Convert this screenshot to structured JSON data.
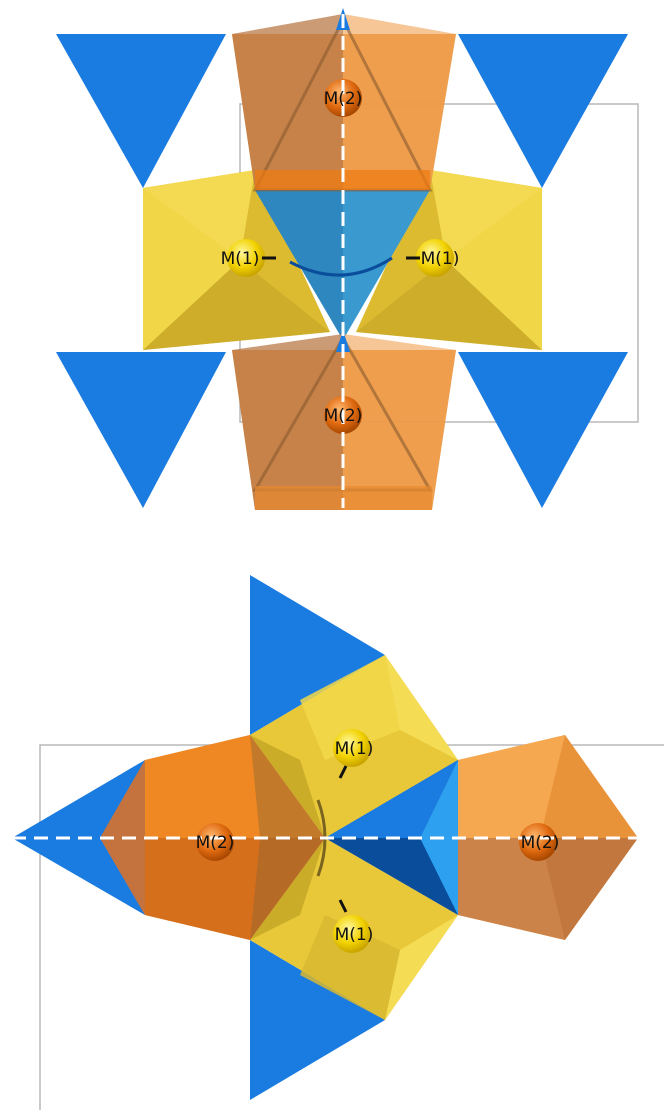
{
  "colors": {
    "tetrahedron": "#1a7be0",
    "tetrahedron_light": "#2ea0f0",
    "tetrahedron_dark": "#0a4d9a",
    "m1_octahedron": "#e8c838",
    "m1_octahedron_light": "#f5dc55",
    "m1_octahedron_dark": "#b89a22",
    "m2_octahedron": "#e8923a",
    "m2_octahedron_light": "#f5a850",
    "m2_octahedron_dark": "#b06020",
    "atom_m1": "#f2d200",
    "atom_m2": "#e06a10",
    "unit_cell": "#b8b8b8",
    "mirror_line": "#ffffff"
  },
  "top_view": {
    "labels": {
      "m2_upper": "M(2)",
      "m1_left": "M(1)",
      "m1_right": "M(1)",
      "m2_lower": "M(2)"
    }
  },
  "bottom_view": {
    "labels": {
      "m1_upper": "M(1)",
      "m2_left": "M(2)",
      "m2_right": "M(2)",
      "m1_lower": "M(1)"
    }
  }
}
